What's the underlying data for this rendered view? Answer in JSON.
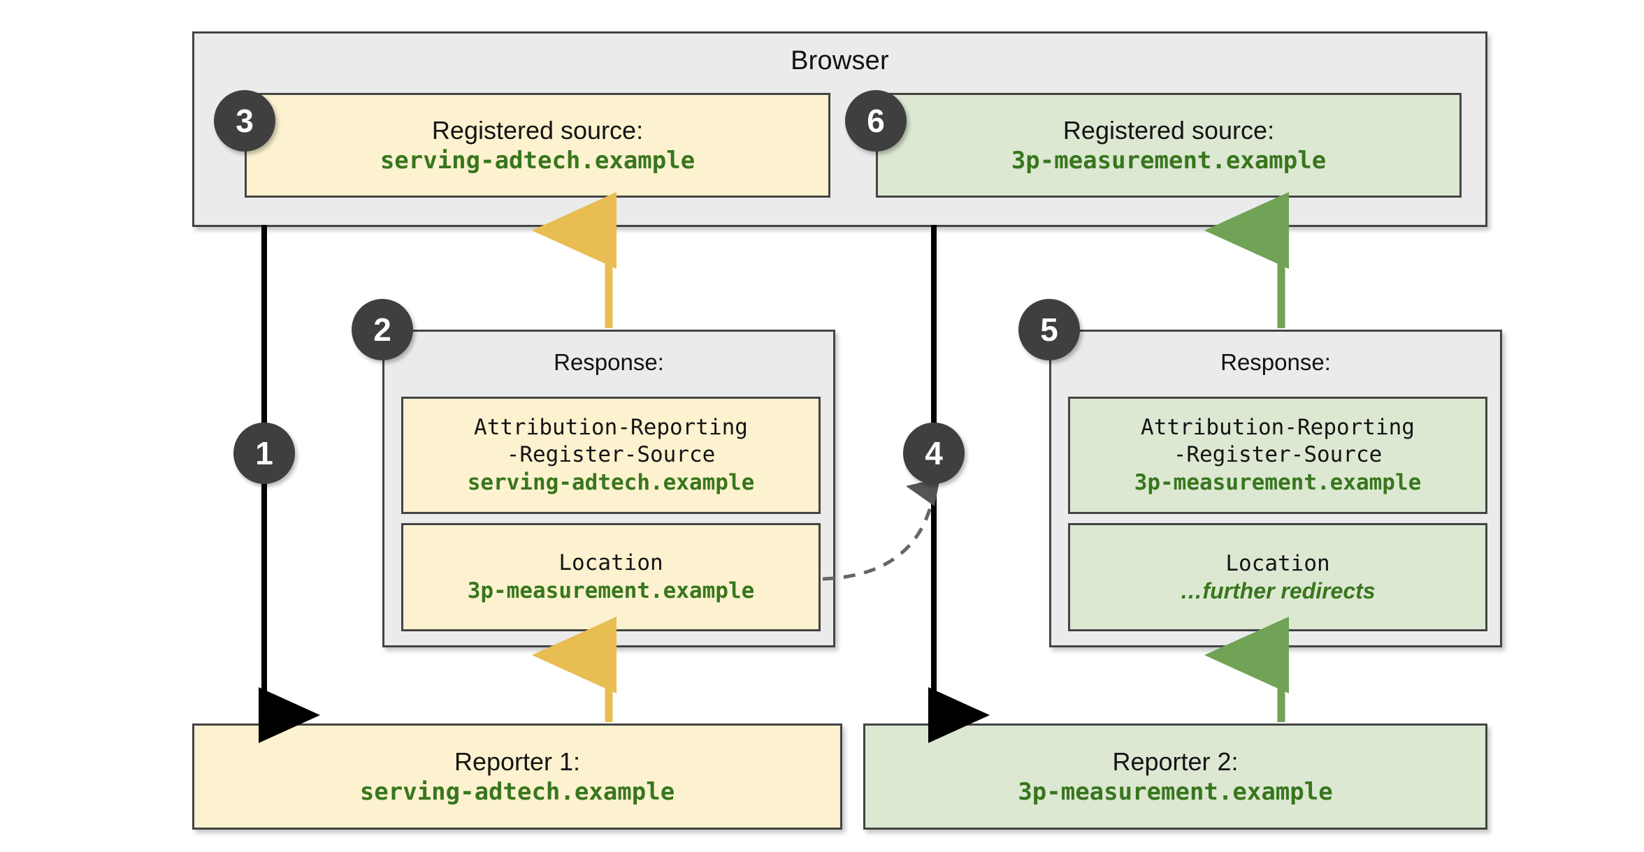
{
  "browser": {
    "title": "Browser",
    "registered_sources": [
      {
        "label": "Registered source:",
        "value": "serving-adtech.example",
        "badge": "3"
      },
      {
        "label": "Registered source:",
        "value": "3p-measurement.example",
        "badge": "6"
      }
    ]
  },
  "responses": [
    {
      "badge": "2",
      "title": "Response:",
      "headers": [
        {
          "name_line1": "Attribution-Reporting",
          "name_line2": "-Register-Source",
          "value": "serving-adtech.example"
        },
        {
          "name_line1": "Location",
          "name_line2": "",
          "value": "3p-measurement.example"
        }
      ]
    },
    {
      "badge": "5",
      "title": "Response:",
      "headers": [
        {
          "name_line1": "Attribution-Reporting",
          "name_line2": "-Register-Source",
          "value": "3p-measurement.example"
        },
        {
          "name_line1": "Location",
          "name_line2": "",
          "value": "…further redirects"
        }
      ]
    }
  ],
  "reporters": [
    {
      "label": "Reporter 1:",
      "value": "serving-adtech.example"
    },
    {
      "label": "Reporter 2:",
      "value": "3p-measurement.example"
    }
  ],
  "steps": [
    {
      "id": "1",
      "kind": "request-arrow-down-black"
    },
    {
      "id": "4",
      "kind": "request-arrow-down-black"
    }
  ],
  "colors": {
    "yellow_fill": "#fcf2cf",
    "green_fill": "#dce8d2",
    "grey_fill": "#ebebeb",
    "border": "#444444",
    "badge_fill": "#3f3f3f",
    "mono_green_text": "#38761d",
    "arrow_yellow": "#e8bd51",
    "arrow_green": "#70a355",
    "arrow_black": "#000000",
    "redirect_dash": "#666666"
  }
}
